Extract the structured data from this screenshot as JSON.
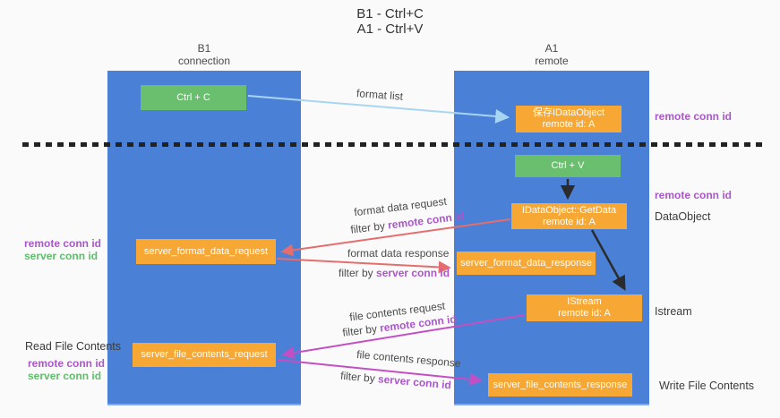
{
  "title": {
    "line1": "B1 - Ctrl+C",
    "line2": "A1 - Ctrl+V"
  },
  "columns": {
    "left": {
      "name": "B1",
      "role": "connection"
    },
    "right": {
      "name": "A1",
      "role": "remote"
    }
  },
  "nodes": {
    "ctrl_c": "Ctrl + C",
    "ctrl_v": "Ctrl + V",
    "save_dataobject": {
      "line1": "保存IDataObject",
      "line2": "remote id: A"
    },
    "getdata": {
      "line1": "IDataObject::GetData",
      "line2": "remote id: A"
    },
    "istream": {
      "line1": "IStream",
      "line2": "remote id: A"
    },
    "format_data_request": "server_format_data_request",
    "format_data_response": "server_format_data_response",
    "file_contents_request": "server_file_contents_request",
    "file_contents_response": "server_file_contents_response"
  },
  "flow_labels": {
    "format_list": "format list",
    "format_data_request": {
      "title": "format data request",
      "filter_prefix": "filter by ",
      "filter_key": "remote conn id"
    },
    "format_data_response": {
      "title": "format data response",
      "filter_prefix": "filter by ",
      "filter_key": "server conn id"
    },
    "file_contents_request": {
      "title": "file contents request",
      "filter_prefix": "filter by ",
      "filter_key": "remote conn id"
    },
    "file_contents_response": {
      "title": "file contents response",
      "filter_prefix": "filter by ",
      "filter_key": "server conn id"
    }
  },
  "side_labels": {
    "left_top": {
      "remote": "remote conn id",
      "server": "server conn id"
    },
    "left_bottom": {
      "title": "Read File Contents",
      "remote": "remote conn id",
      "server": "server conn id"
    },
    "right_top_remote": "remote conn id",
    "right_mid_remote": "remote conn id",
    "right_dataobject": "DataObject",
    "right_istream": "Istream",
    "right_write_file": "Write File Contents"
  },
  "colors": {
    "column_blue": "#4a80d5",
    "node_green": "#6abf6e",
    "node_orange": "#f7a733",
    "arrow_light_blue": "#a8d5f2",
    "arrow_red": "#e66d6d",
    "arrow_magenta": "#c44fc4",
    "arrow_black": "#2b2b2b",
    "text_purple": "#ab57c9",
    "text_green": "#5ebe6a",
    "background": "#fafafa"
  }
}
